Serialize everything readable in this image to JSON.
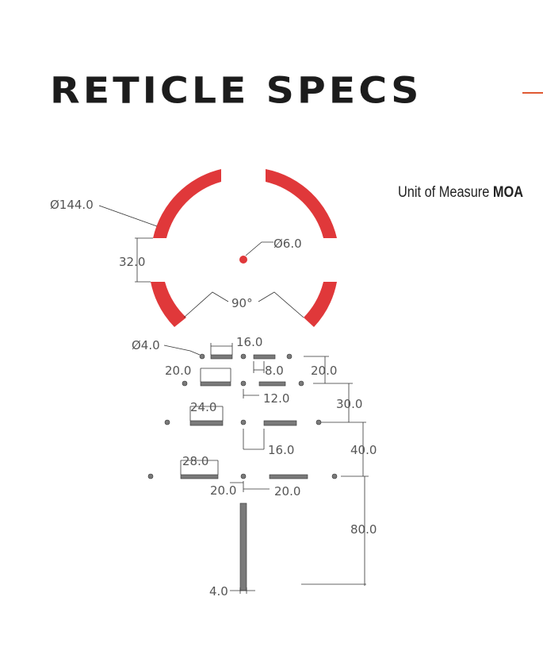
{
  "title": "RETICLE SPECS",
  "unit": {
    "prefix": "Unit of Measure",
    "value": "MOA"
  },
  "colors": {
    "reticle": "#e0383a",
    "accent": "#e05a33",
    "mark": "#7a7a7a",
    "text": "#1c1c1c"
  },
  "circle": {
    "diameter": "Ø144.0",
    "center_dot": "Ø6.0",
    "gap": "32.0",
    "angle": "90°"
  },
  "holdover": {
    "dot": "Ø4.0",
    "dims": [
      "16.0",
      "20.0",
      "8.0",
      "20.0",
      "30.0",
      "12.0",
      "24.0",
      "16.0",
      "40.0",
      "28.0",
      "20.0",
      "20.0",
      "80.0",
      "4.0"
    ]
  }
}
